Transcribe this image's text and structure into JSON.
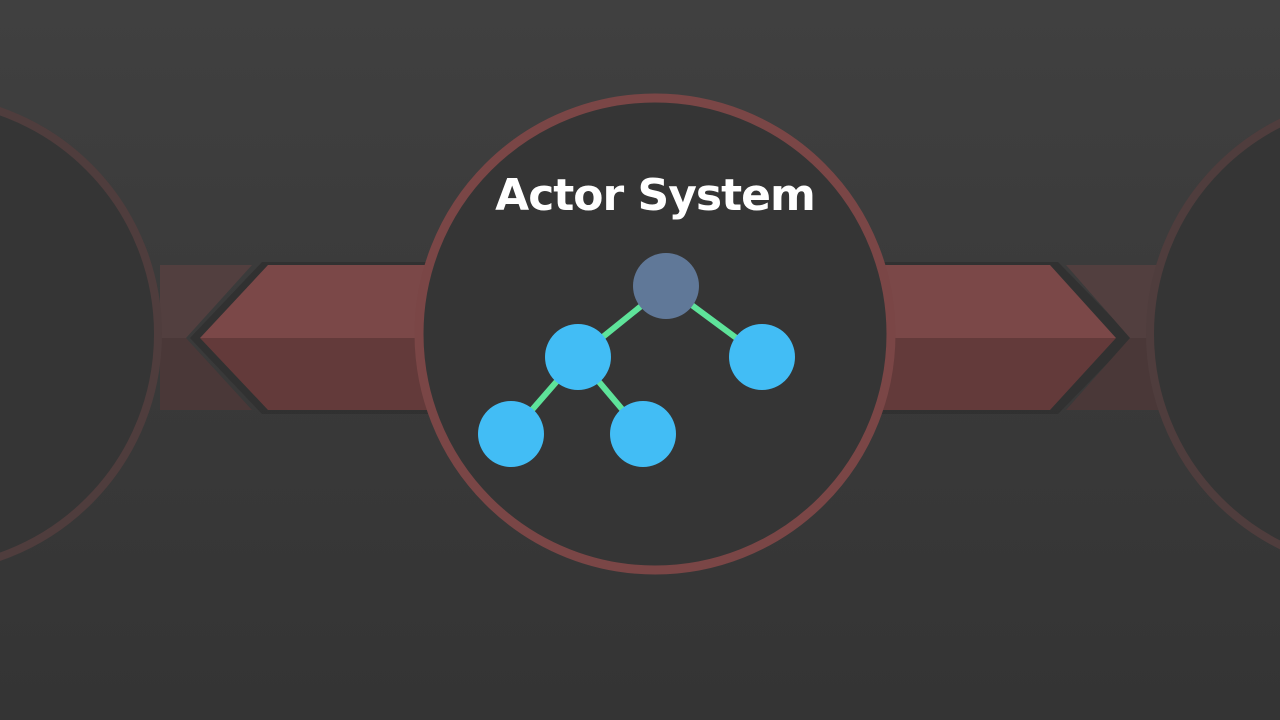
{
  "slide": {
    "title": "Actor System"
  },
  "colors": {
    "background": "#3d3d3d",
    "circle_fill": "#353535",
    "circle_ring": "#7a4646",
    "circle_ring_faded": "#4f3d3d",
    "band_top": "#7b4848",
    "band_bottom": "#633a3a",
    "band_faded_top": "#523f3f",
    "band_faded_bottom": "#4a3838",
    "root_actor": "#607898",
    "child_actor": "#42bdf5",
    "link": "#5ee39a"
  },
  "diagram": {
    "type": "actor-hierarchy-tree",
    "nodes": [
      {
        "id": "root",
        "role": "root"
      },
      {
        "id": "child-left",
        "role": "child",
        "parent": "root"
      },
      {
        "id": "child-right",
        "role": "child",
        "parent": "root"
      },
      {
        "id": "grandchild-left",
        "role": "child",
        "parent": "child-left"
      },
      {
        "id": "grandchild-right",
        "role": "child",
        "parent": "child-left"
      }
    ]
  }
}
